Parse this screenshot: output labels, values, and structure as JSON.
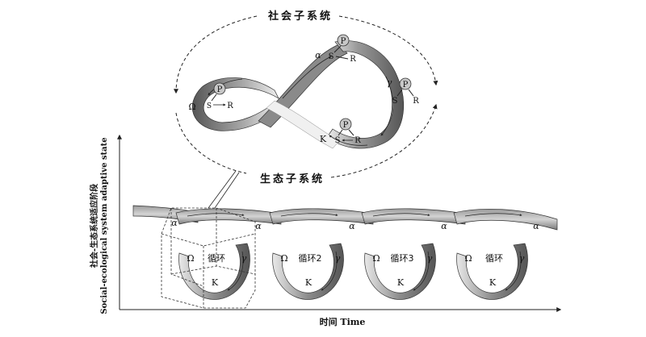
{
  "top_ellipse": {
    "title_top": "社会子系统",
    "title_bottom": "生态子系统"
  },
  "nodes": {
    "p": "P",
    "s": "S",
    "r": "R"
  },
  "phases": {
    "alpha": "α",
    "gamma": "γ",
    "omega": "Ω",
    "k": "K"
  },
  "loops": [
    {
      "label": "循环"
    },
    {
      "label": "循环2"
    },
    {
      "label": "循环3"
    },
    {
      "label": "循环"
    }
  ],
  "axes": {
    "y_label_cn": "社会-生态系统适应阶段",
    "y_label_en": "Social-ecological system adaptive state",
    "x_label": "时间 Time"
  },
  "colors": {
    "ribbon_dark": "#6e6e6e",
    "ribbon_light": "#d8d8d8",
    "node_fill": "#c8c8c8",
    "line": "#222222"
  }
}
